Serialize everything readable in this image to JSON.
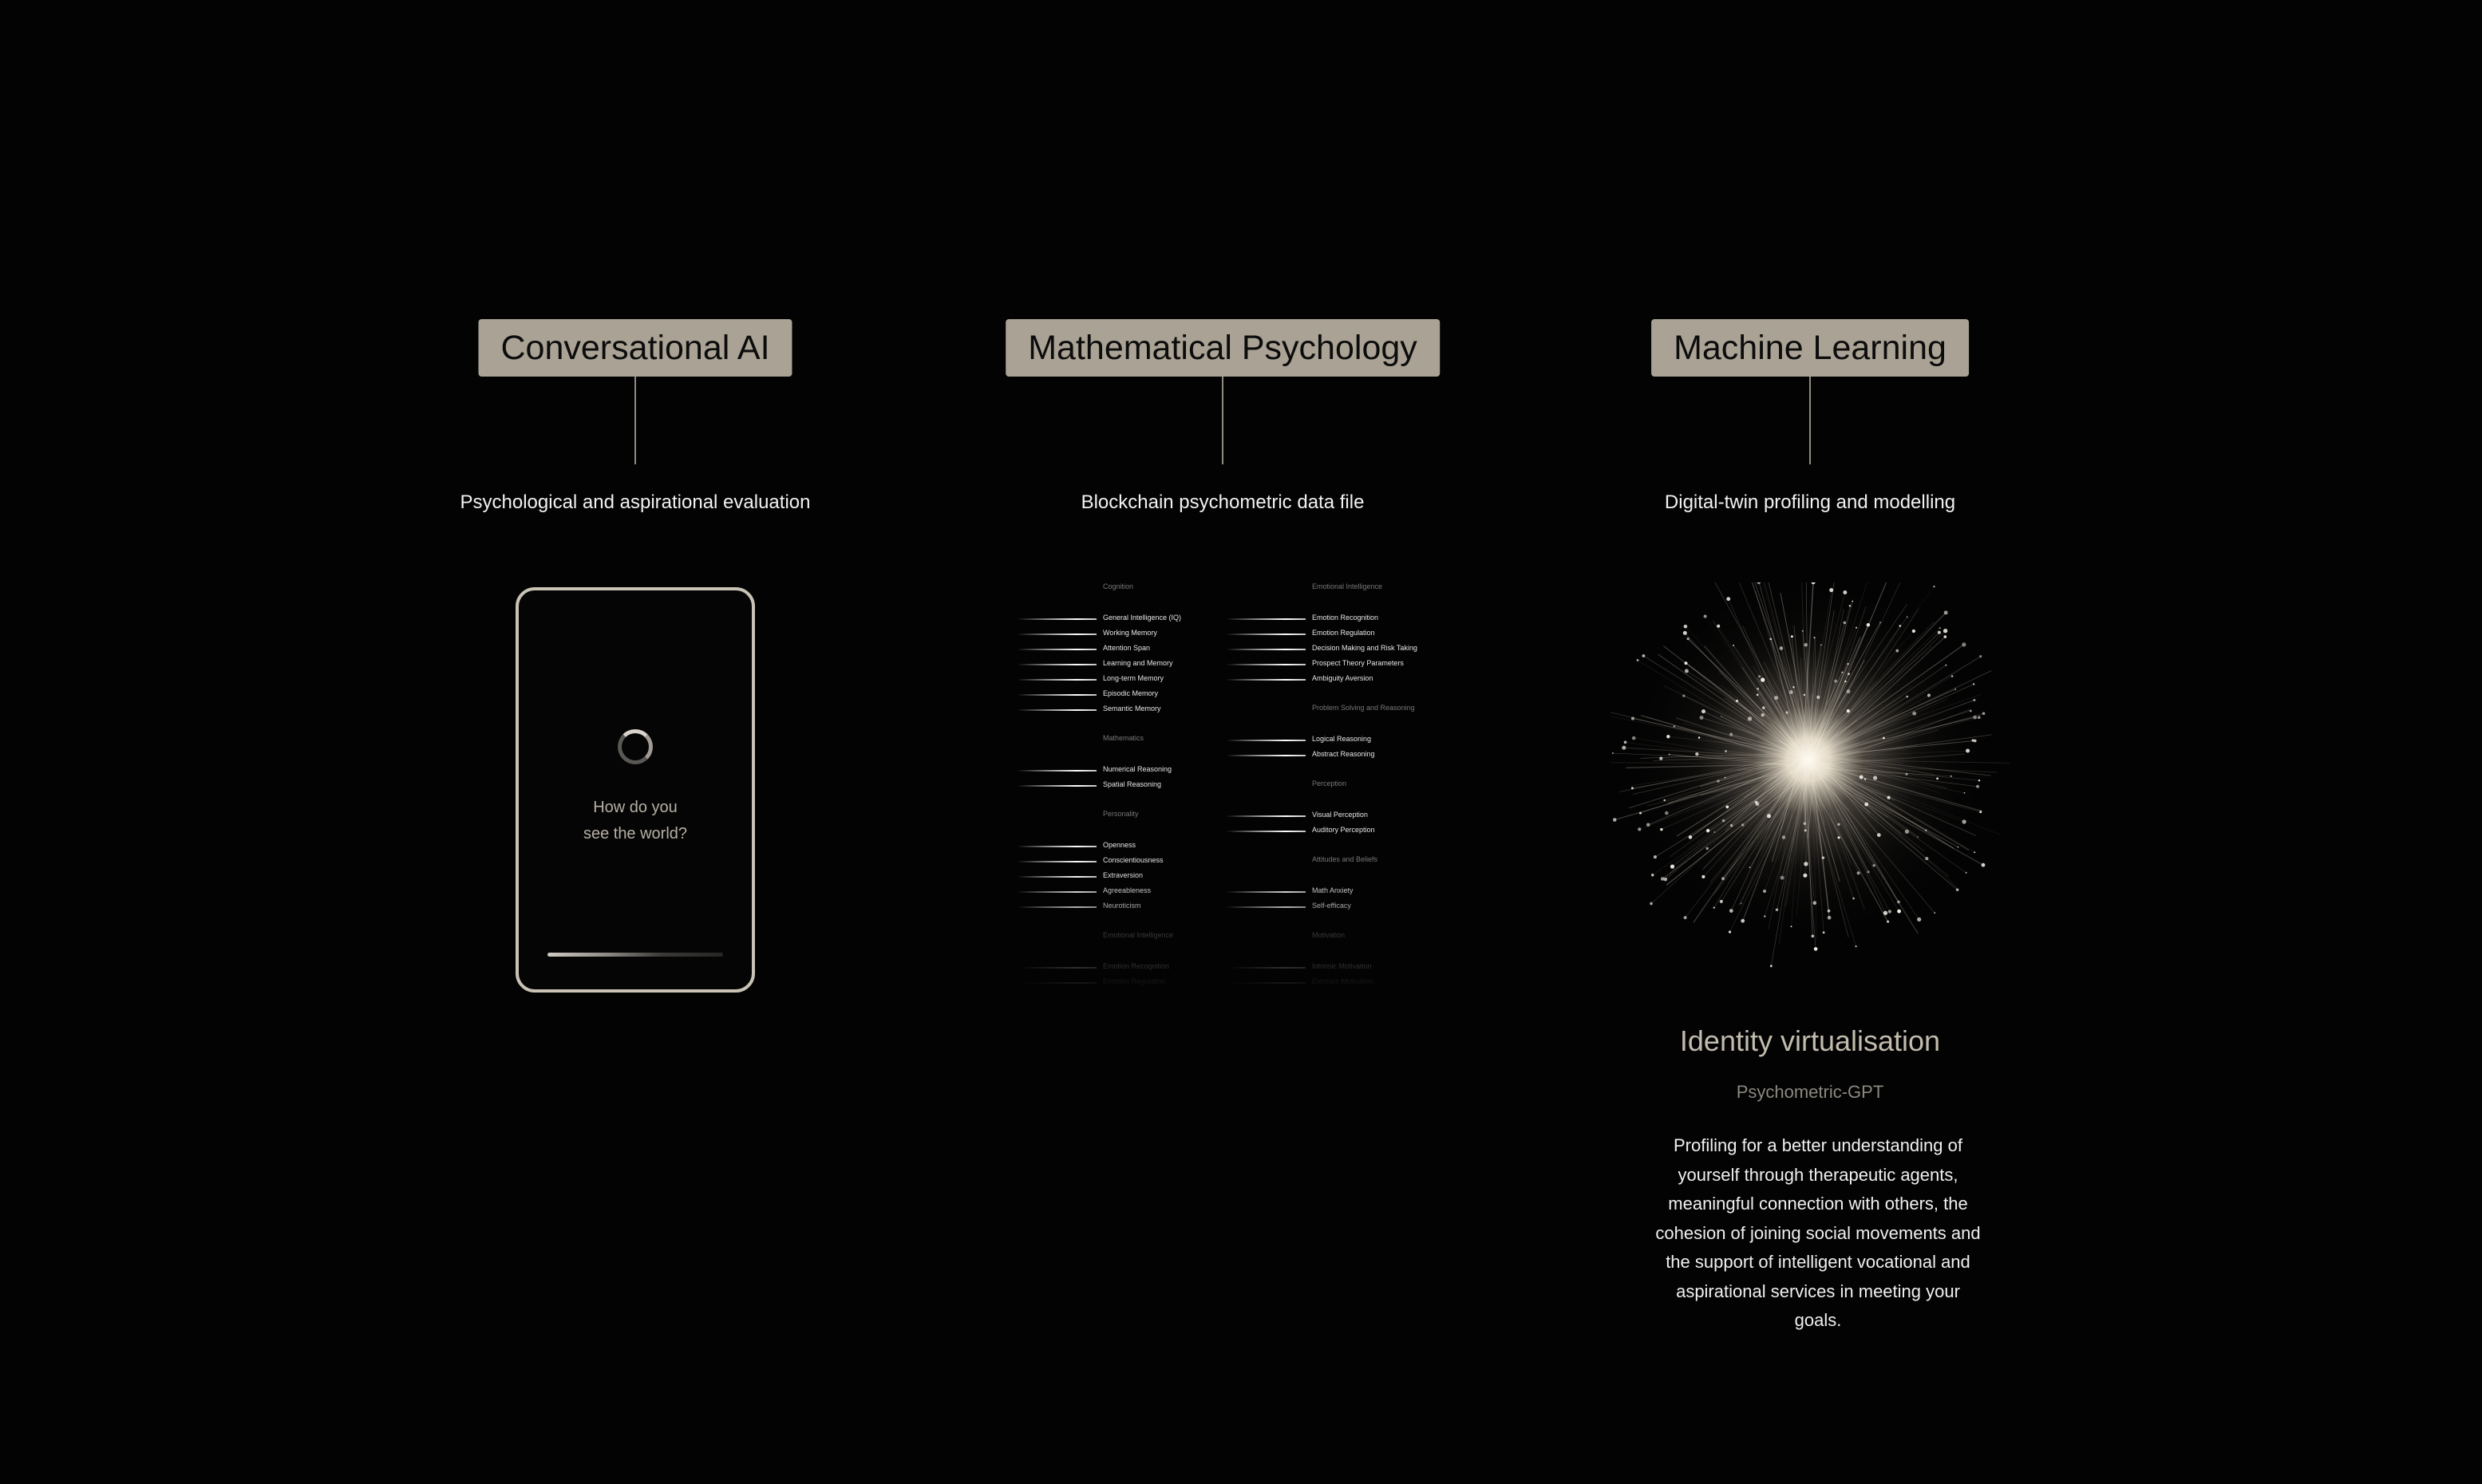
{
  "columns": [
    {
      "tag": "Conversational AI",
      "subtitle": "Psychological and aspirational evaluation"
    },
    {
      "tag": "Mathematical Psychology",
      "subtitle": "Blockchain psychometric data file"
    },
    {
      "tag": "Machine Learning",
      "subtitle": "Digital-twin profiling and modelling"
    }
  ],
  "phone": {
    "question_line1": "How do you",
    "question_line2": "see the world?"
  },
  "psychometrics": {
    "left": [
      {
        "category": "Cognition",
        "items": [
          "General Intelligence (IQ)",
          "Working Memory",
          "Attention Span",
          "Learning and Memory",
          "Long-term Memory",
          "Episodic Memory",
          "Semantic Memory"
        ]
      },
      {
        "category": "Mathematics",
        "items": [
          "Numerical Reasoning",
          "Spatial Reasoning"
        ]
      },
      {
        "category": "Personality",
        "items": [
          "Openness",
          "Conscientiousness",
          "Extraversion",
          "Agreeableness",
          "Neuroticism"
        ]
      },
      {
        "category": "Emotional Intelligence",
        "items": [
          "Emotion Recognition",
          "Emotion Regulation"
        ]
      }
    ],
    "right": [
      {
        "category": "Emotional Intelligence",
        "items": [
          "Emotion Recognition",
          "Emotion Regulation",
          "Decision Making and Risk Taking",
          "Prospect Theory Parameters",
          "Ambiguity Aversion"
        ]
      },
      {
        "category": "Problem Solving and Reasoning",
        "items": [
          "Logical Reasoning",
          "Abstract Reasoning"
        ]
      },
      {
        "category": "Perception",
        "items": [
          "Visual Perception",
          "Auditory Perception"
        ]
      },
      {
        "category": "Attitudes and Beliefs",
        "items": [
          "Math Anxiety",
          "Self-efficacy"
        ]
      },
      {
        "category": "Motivation",
        "items": [
          "Intrinsic Motivation",
          "Extrinsic Motivation"
        ]
      }
    ]
  },
  "machine_learning": {
    "title": "Identity virtualisation",
    "subtitle": "Psychometric-GPT",
    "description": "Profiling for a better understanding of yourself through therapeutic agents, meaningful connection with others, the cohesion of joining social movements and the support of intelligent vocational and aspirational services in meeting your goals."
  },
  "colors": {
    "background": "#030303",
    "tag_bg": "#aaa395",
    "phone_border": "#c9c3b6",
    "accent_text": "#c2bcae"
  }
}
